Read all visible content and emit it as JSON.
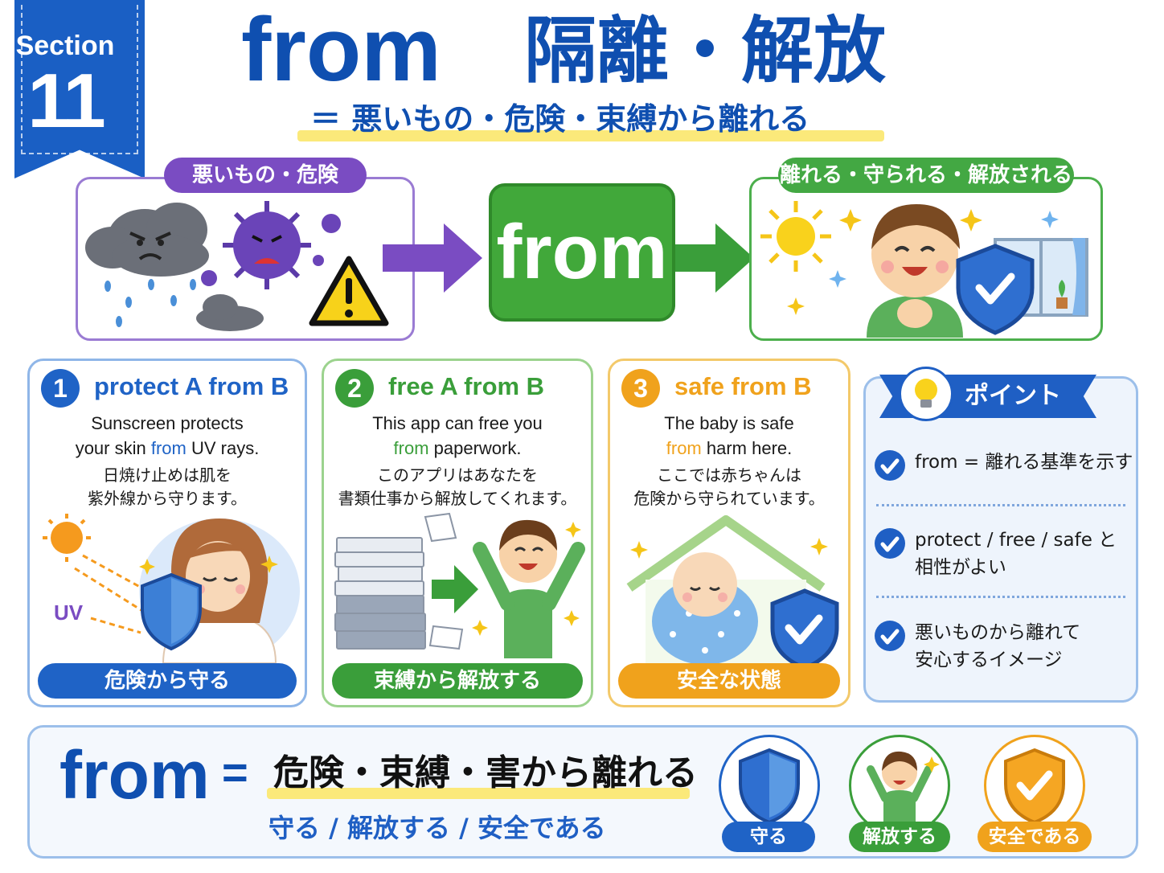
{
  "section": {
    "label": "Section",
    "number": "11"
  },
  "title": {
    "word": "from",
    "jp": "隔離・解放",
    "subtitle": "＝ 悪いもの・危険・束縛から離れる"
  },
  "flow": {
    "left_label": "悪いもの・危険",
    "center_word": "from",
    "right_label": "離れる・守られる・解放される",
    "left_icons": [
      "storm-cloud-icon",
      "virus-icon",
      "warning-icon"
    ],
    "right_icons": [
      "sun-icon",
      "happy-boy-icon",
      "shield-check-icon",
      "window-icon"
    ]
  },
  "cards": [
    {
      "num": "1",
      "title": "protect A from B",
      "en_line1": "Sunscreen protects",
      "en_line2_pre": "your skin ",
      "en_line2_hl": "from",
      "en_line2_post": " UV rays.",
      "jp_line1": "日焼け止めは肌を",
      "jp_line2": "紫外線から守ります。",
      "uv_label": "UV",
      "bar": "危険から守る"
    },
    {
      "num": "2",
      "title": "free A from B",
      "en_line1": "This app can free you",
      "en_line2_pre": "",
      "en_line2_hl": "from",
      "en_line2_post": " paperwork.",
      "jp_line1": "このアプリはあなたを",
      "jp_line2": "書類仕事から解放してくれます。",
      "bar": "束縛から解放する"
    },
    {
      "num": "3",
      "title": "safe from B",
      "en_line1": "The baby is safe",
      "en_line2_pre": "",
      "en_line2_hl": "from",
      "en_line2_post": " harm here.",
      "jp_line1": "ここでは赤ちゃんは",
      "jp_line2": "危険から守られています。",
      "bar": "安全な状態"
    }
  ],
  "point": {
    "title": "ポイント",
    "items": [
      {
        "line1": "from = 離れる基準を示す",
        "line2": ""
      },
      {
        "line1": "protect / free / safe と",
        "line2": "相性がよい"
      },
      {
        "line1": "悪いものから離れて",
        "line2": "安心するイメージ"
      }
    ]
  },
  "summary": {
    "word": "from",
    "eq": "=",
    "main": "危険・束縛・害から離れる",
    "sub": "守る / 解放する / 安全である",
    "badges": [
      "守る",
      "解放する",
      "安全である"
    ]
  },
  "colors": {
    "brand_blue": "#0f4fb0",
    "green": "#41a83a",
    "purple": "#7a4cc2",
    "orange": "#f0a21c",
    "highlight": "#fbe97a"
  }
}
